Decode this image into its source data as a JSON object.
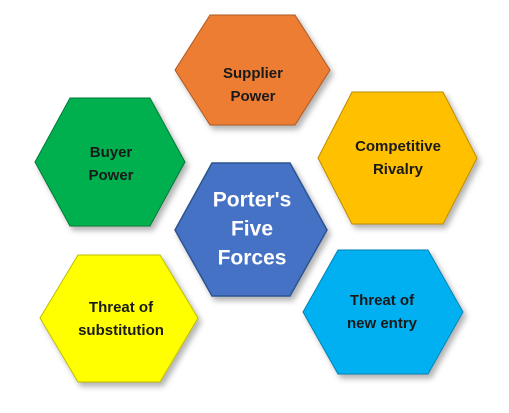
{
  "center": {
    "line1": "Porter's",
    "line2": "Five",
    "line3": "Forces",
    "fill": "#4472C4",
    "text_color": "#FFFFFF"
  },
  "forces": [
    {
      "id": "supplier-power",
      "line1": "Supplier",
      "line2": "Power",
      "fill": "#ED7D31",
      "text_color": "#1A1A1A"
    },
    {
      "id": "competitive-rivalry",
      "line1": "Competitive",
      "line2": "Rivalry",
      "fill": "#FFC000",
      "text_color": "#1A1A1A"
    },
    {
      "id": "threat-of-new-entry",
      "line1": "Threat of",
      "line2": "new entry",
      "fill": "#00B0F0",
      "text_color": "#1A1A1A"
    },
    {
      "id": "threat-of-substitution",
      "line1": "Threat of",
      "line2": "substitution",
      "fill": "#FFFF00",
      "text_color": "#1A1A1A"
    },
    {
      "id": "buyer-power",
      "line1": "Buyer",
      "line2": "Power",
      "fill": "#00B050",
      "text_color": "#1A1A1A"
    }
  ]
}
